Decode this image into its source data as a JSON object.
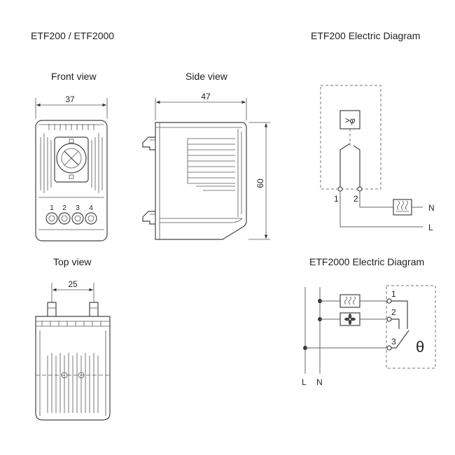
{
  "header": {
    "product_title": "ETF200 / ETF2000",
    "etf200_diagram_title": "ETF200 Electric Diagram",
    "etf2000_diagram_title": "ETF2000 Electric Diagram"
  },
  "views": {
    "front_view_label": "Front view",
    "side_view_label": "Side view",
    "top_view_label": "Top view"
  },
  "dimensions": {
    "front_width": "37",
    "side_width": "47",
    "side_height": "60",
    "top_width": "25"
  },
  "front_terminals": [
    "1",
    "2",
    "3",
    "4"
  ],
  "etf200": {
    "terminal_1": "1",
    "terminal_2": "2",
    "neutral": "N",
    "line": "L",
    "sensor_symbol": ">φ"
  },
  "etf2000": {
    "terminal_1": "1",
    "terminal_2": "2",
    "terminal_3": "3",
    "line": "L",
    "neutral": "N",
    "theta": "θ"
  }
}
